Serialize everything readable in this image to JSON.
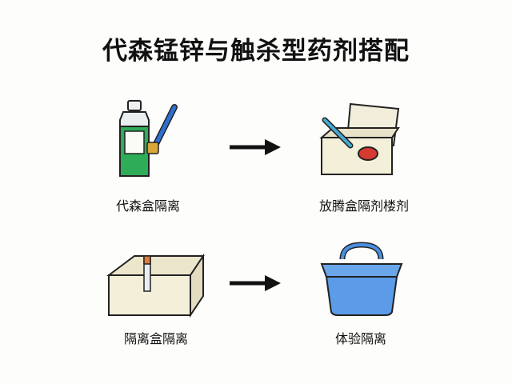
{
  "title": "代森锰锌与触杀型药剂搭配",
  "steps": [
    {
      "label": "代森盒隔离",
      "icon": "pesticide-bottle-icon"
    },
    {
      "label": "放腾盒隔剂楼剂",
      "icon": "open-storage-box-icon"
    },
    {
      "label": "隔离盒隔离",
      "icon": "isolation-tray-icon"
    },
    {
      "label": "体验隔离",
      "icon": "blue-container-icon"
    }
  ],
  "arrows": [
    "arrow-right-icon",
    "arrow-right-icon"
  ]
}
